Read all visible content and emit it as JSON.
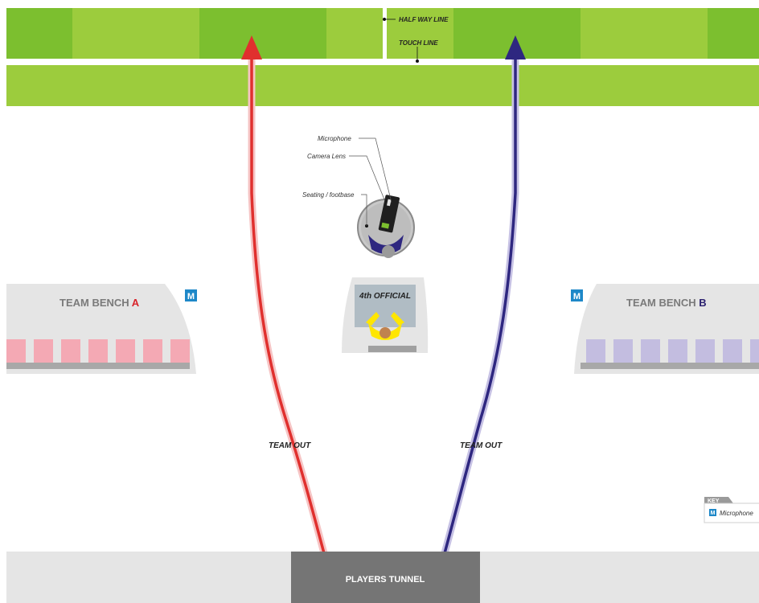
{
  "pitch": {
    "halfway_line_label": "HALF WAY LINE",
    "touch_line_label": "TOUCH LINE"
  },
  "camera": {
    "microphone_label": "Microphone",
    "camera_lens_label": "Camera Lens",
    "seating_label": "Seating / footbase"
  },
  "bench_a": {
    "title": "TEAM BENCH ",
    "letter": "A",
    "seat_color": "#f4a9b4",
    "letter_color": "#d8232a"
  },
  "bench_b": {
    "title": "TEAM BENCH ",
    "letter": "B",
    "seat_color": "#c3bde0",
    "letter_color": "#2a1f6e"
  },
  "microphone_badge": "M",
  "fourth_official": {
    "label": "4th OFFICIAL"
  },
  "arrows": {
    "left_label": "TEAM OUT",
    "right_label": "TEAM OUT",
    "left_color": "#e0302e",
    "right_color": "#2e2780"
  },
  "tunnel": {
    "label": "PLAYERS TUNNEL"
  },
  "key": {
    "title": "KEY",
    "item_badge": "M",
    "item_label": "Microphone"
  },
  "colors": {
    "grass_light": "#9ccc3d",
    "grass_dark": "#7cbf2f",
    "bench_bg": "#e5e5e5",
    "mic_blue": "#1e88c8",
    "tunnel_gray": "#757575"
  }
}
